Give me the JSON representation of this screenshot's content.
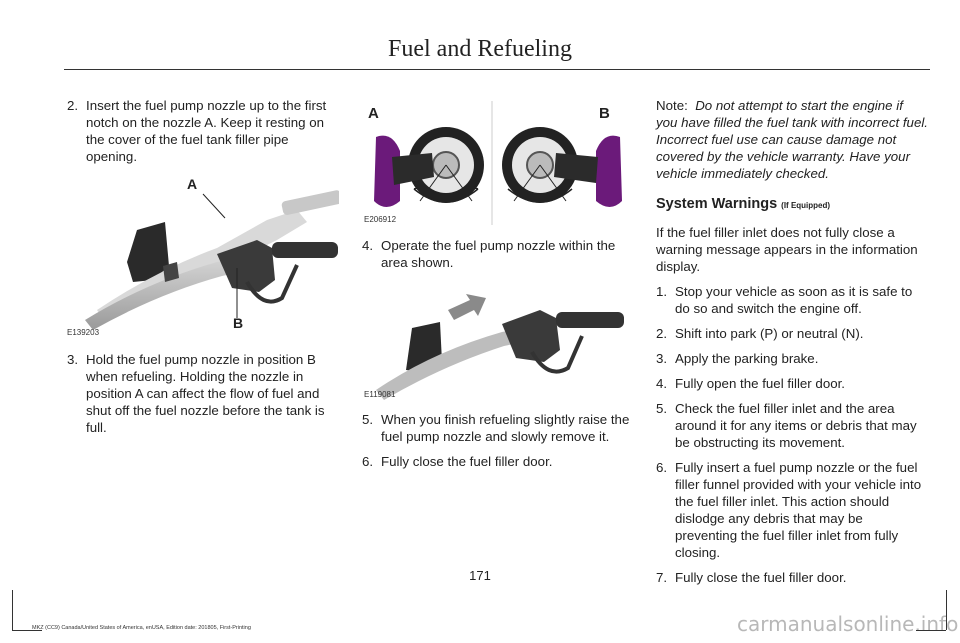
{
  "header": {
    "title": "Fuel and Refueling"
  },
  "col1": {
    "step2_num": "2.",
    "step2_text": "Insert the fuel pump nozzle up to the first notch on the nozzle A.  Keep it resting on the cover of the fuel tank filler pipe opening.",
    "fig1": {
      "label_a": "A",
      "label_b": "B",
      "id": "E139203"
    },
    "step3_num": "3.",
    "step3_text": "Hold the fuel pump nozzle in position B when refueling.  Holding the nozzle in position A can affect the flow of fuel and shut off the fuel nozzle before the tank is full."
  },
  "col2": {
    "fig2": {
      "label_a": "A",
      "label_b": "B",
      "id": "E206912"
    },
    "step4_num": "4.",
    "step4_text": "Operate the fuel pump nozzle within the area shown.",
    "fig3": {
      "id": "E119081"
    },
    "step5_num": "5.",
    "step5_text": "When you finish refueling slightly raise the fuel pump nozzle and slowly remove it.",
    "step6_num": "6.",
    "step6_text": "Fully close the fuel filler door."
  },
  "col3": {
    "note_label": "Note:",
    "note_text": "Do not attempt to start the engine if you have filled the fuel tank with incorrect fuel.  Incorrect fuel use can cause damage not covered by the vehicle warranty.  Have your vehicle immediately checked.",
    "heading": "System Warnings",
    "heading_suffix": "(If Equipped)",
    "intro": "If the fuel filler inlet does not fully close a warning message appears in the information display.",
    "steps": [
      {
        "num": "1.",
        "text": "Stop your vehicle as soon as it is safe to do so and switch the engine off."
      },
      {
        "num": "2.",
        "text": "Shift into park (P) or neutral (N)."
      },
      {
        "num": "3.",
        "text": "Apply the parking brake."
      },
      {
        "num": "4.",
        "text": "Fully open the fuel filler door."
      },
      {
        "num": "5.",
        "text": "Check the fuel filler inlet and the area around it for any items or debris that may be obstructing its movement."
      },
      {
        "num": "6.",
        "text": "Fully insert a fuel pump nozzle or the fuel filler funnel provided with your vehicle into the fuel filler inlet.  This action should dislodge any debris that may be preventing the fuel filler inlet from fully closing."
      },
      {
        "num": "7.",
        "text": "Fully close the fuel filler door."
      }
    ]
  },
  "page_number": "171",
  "footer": "MKZ (CC9) Canada/United States of America, enUSA, Edition date: 201805, First-Printing",
  "watermark": "carmanualsonline.info"
}
